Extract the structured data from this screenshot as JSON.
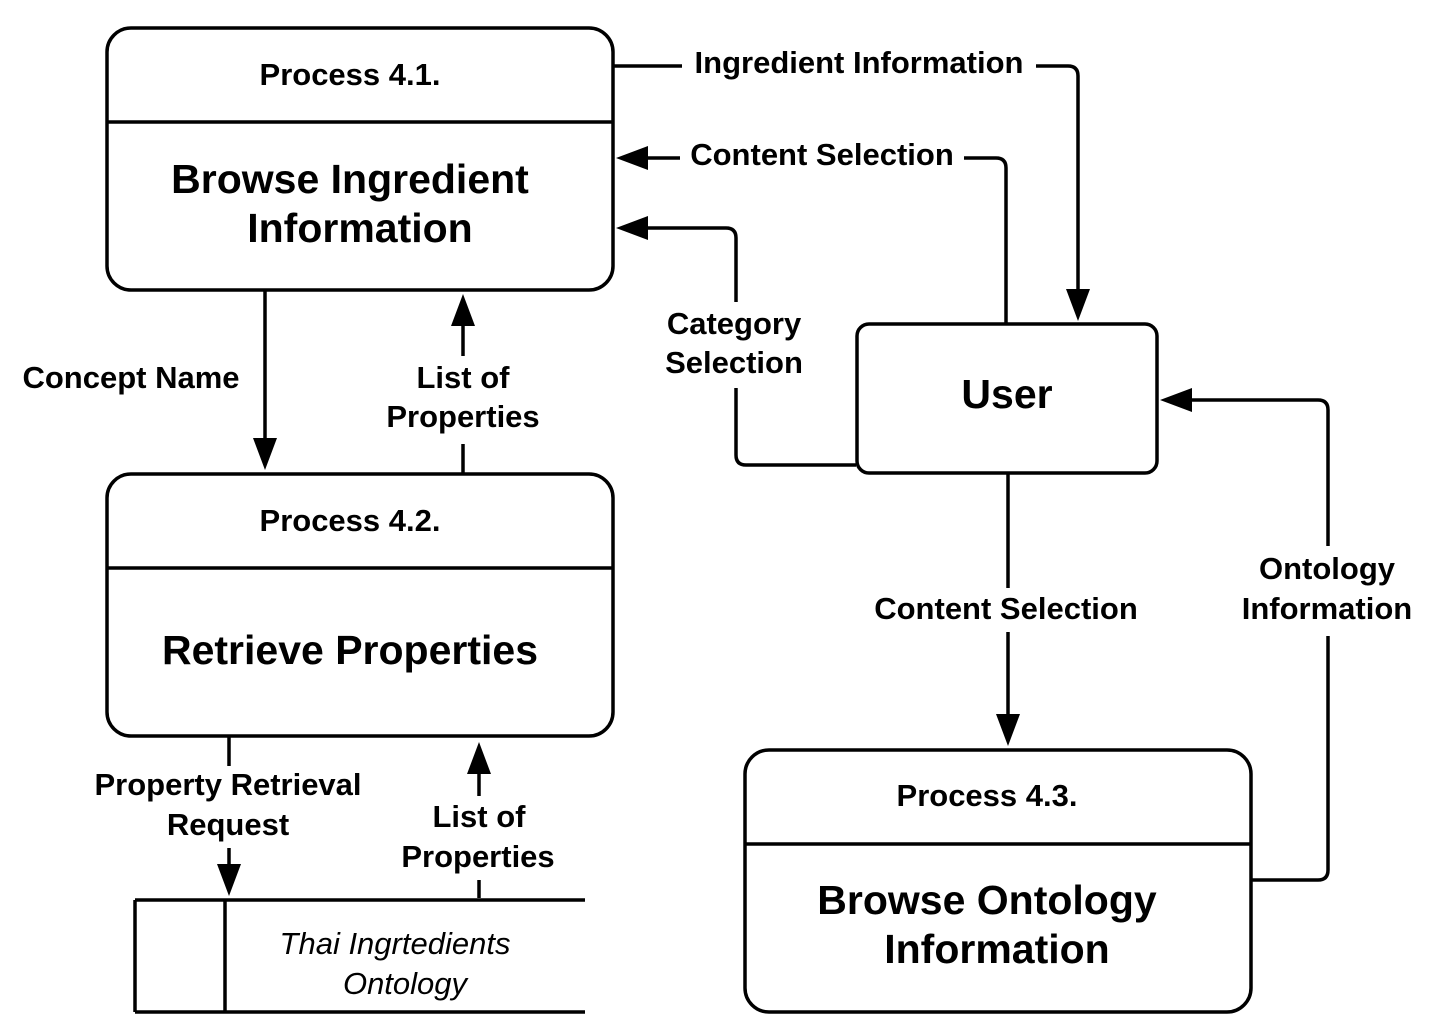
{
  "processes": {
    "p41": {
      "header": "Process 4.1.",
      "title_line1": "Browse Ingredient",
      "title_line2": "Information"
    },
    "p42": {
      "header": "Process 4.2.",
      "title_line1": "Retrieve Properties"
    },
    "p43": {
      "header": "Process 4.3.",
      "title_line1": "Browse Ontology",
      "title_line2": "Information"
    }
  },
  "entities": {
    "user": {
      "label": "User"
    }
  },
  "datastore": {
    "label_line1": "Thai Ingrtedients",
    "label_line2": "Ontology"
  },
  "flows": {
    "ingredient_information": "Ingredient Information",
    "content_selection_top": "Content Selection",
    "category_selection_line1": "Category",
    "category_selection_line2": "Selection",
    "concept_name": "Concept Name",
    "list_of_properties_upper_line1": "List of",
    "list_of_properties_upper_line2": "Properties",
    "content_selection_bottom": "Content Selection",
    "ontology_information_line1": "Ontology",
    "ontology_information_line2": "Information",
    "property_retrieval_line1": "Property Retrieval",
    "property_retrieval_line2": "Request",
    "list_of_properties_lower_line1": "List of",
    "list_of_properties_lower_line2": "Properties"
  }
}
